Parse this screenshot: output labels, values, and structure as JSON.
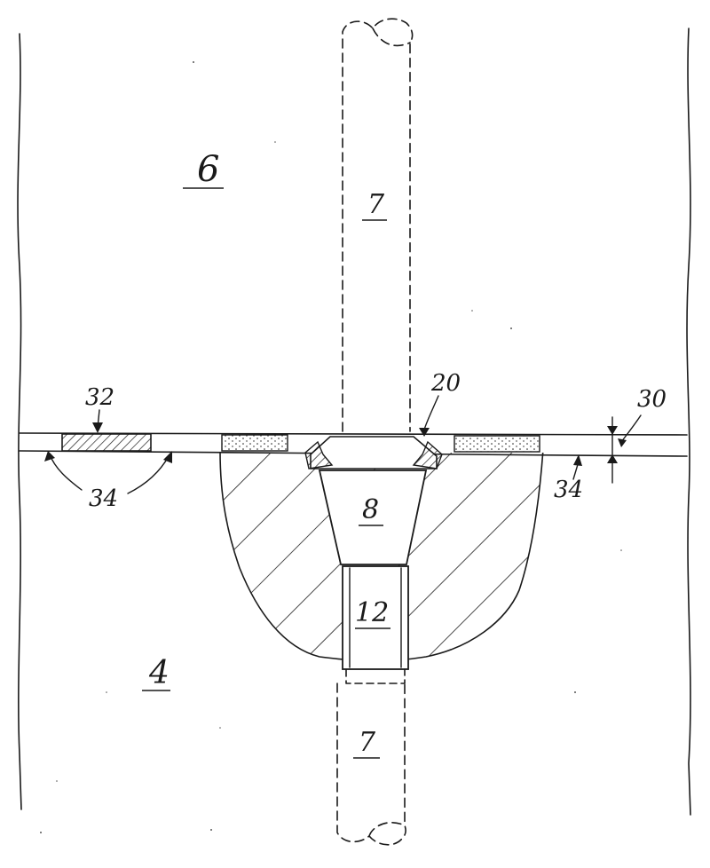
{
  "figure": {
    "labels": {
      "region_upper": "6",
      "region_lower": "4",
      "rod_upper": "7",
      "rod_lower": "7",
      "cone": "8",
      "sleeve": "12",
      "seal": "20",
      "gap_width": "30",
      "insert": "32",
      "gap_left": "34",
      "gap_right": "34"
    }
  }
}
